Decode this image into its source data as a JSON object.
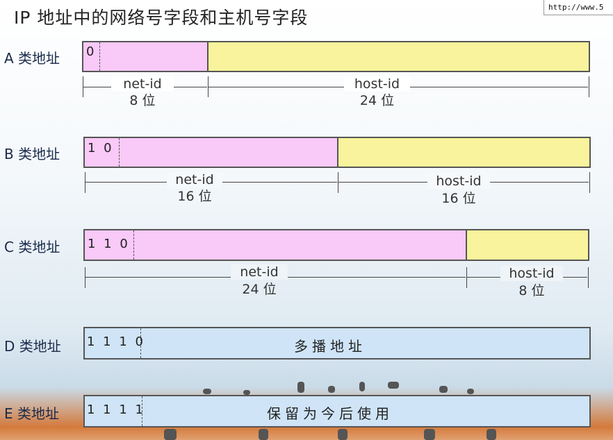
{
  "title": "IP 地址中的网络号字段和主机号字段",
  "url_fragment": "http://www.5",
  "classes": [
    {
      "label": "A 类地址",
      "bits": "0",
      "net_label": "net-id",
      "net_bits": "8 位",
      "host_label": "host-id",
      "host_bits": "24 位"
    },
    {
      "label": "B 类地址",
      "bits": "1 0",
      "net_label": "net-id",
      "net_bits": "16 位",
      "host_label": "host-id",
      "host_bits": "16 位"
    },
    {
      "label": "C 类地址",
      "bits": "1 1 0",
      "net_label": "net-id",
      "net_bits": "24 位",
      "host_label": "host-id",
      "host_bits": "8 位"
    },
    {
      "label": "D 类地址",
      "bits": "1 1 1 0",
      "center_text": "多播地址"
    },
    {
      "label": "E 类地址",
      "bits": "1 1 1 1",
      "center_text": "保留为今后使用"
    }
  ],
  "colors": {
    "net": "#f9c9f7",
    "host": "#f8f39c",
    "other": "#cfe4f7"
  }
}
